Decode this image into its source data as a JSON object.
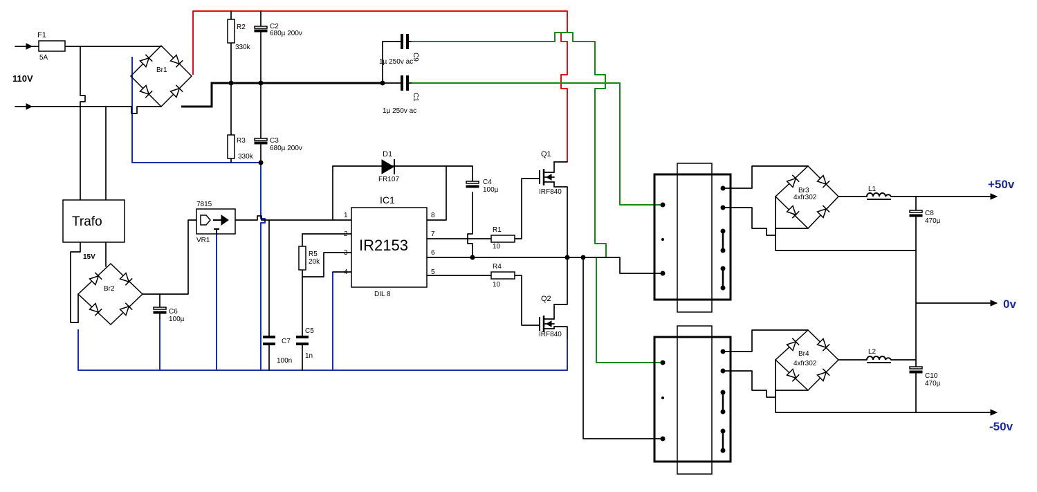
{
  "input": {
    "voltage": "110V",
    "fuse_ref": "F1",
    "fuse_value": "5A"
  },
  "bridges": {
    "br1": {
      "ref": "Br1"
    },
    "br2": {
      "ref": "Br2"
    },
    "br3": {
      "ref": "Br3",
      "part": "4xfr302"
    },
    "br4": {
      "ref": "Br4",
      "part": "4xfr302"
    }
  },
  "resistors": {
    "r1": {
      "ref": "R1",
      "value": "10"
    },
    "r2": {
      "ref": "R2",
      "value": "330k"
    },
    "r3": {
      "ref": "R3",
      "value": "330k"
    },
    "r4": {
      "ref": "R4",
      "value": "10"
    },
    "r5": {
      "ref": "R5",
      "value": "20k"
    }
  },
  "capacitors": {
    "c1": {
      "ref": "C1",
      "value": "1µ 250v ac"
    },
    "c2": {
      "ref": "C2",
      "value": "680µ 200v"
    },
    "c3": {
      "ref": "C3",
      "value": "680µ  200v"
    },
    "c4": {
      "ref": "C4",
      "value": "100µ"
    },
    "c5": {
      "ref": "C5",
      "value": "1n"
    },
    "c6": {
      "ref": "C6",
      "value": "100µ"
    },
    "c7": {
      "ref": "C7",
      "value": "100n"
    },
    "c8": {
      "ref": "C8",
      "value": "470µ"
    },
    "c9": {
      "ref": "C9",
      "value": "1µ 250v ac"
    },
    "c10": {
      "ref": "C10",
      "value": "470µ"
    }
  },
  "diode": {
    "ref": "D1",
    "part": "FR107"
  },
  "transformer": {
    "label": "Trafo",
    "secondary": "15V"
  },
  "regulator": {
    "part": "7815",
    "ref": "VR1"
  },
  "ic": {
    "ref": "IC1",
    "part": "IR2153",
    "package": "DIL 8",
    "pins": [
      "1",
      "2",
      "3",
      "4",
      "5",
      "6",
      "7",
      "8"
    ]
  },
  "mosfets": {
    "q1": {
      "ref": "Q1",
      "part": "IRF840"
    },
    "q2": {
      "ref": "Q2",
      "part": "IRF840"
    }
  },
  "inductors": {
    "l1": {
      "ref": "L1"
    },
    "l2": {
      "ref": "L2"
    }
  },
  "outputs": {
    "positive": "+50v",
    "ground": "0v",
    "negative": "-50v"
  },
  "colors": {
    "hv_rail": "#dd1111",
    "drive": "#138a13",
    "ground": "#1c2fa0",
    "output_text": "#1a2aa0"
  }
}
